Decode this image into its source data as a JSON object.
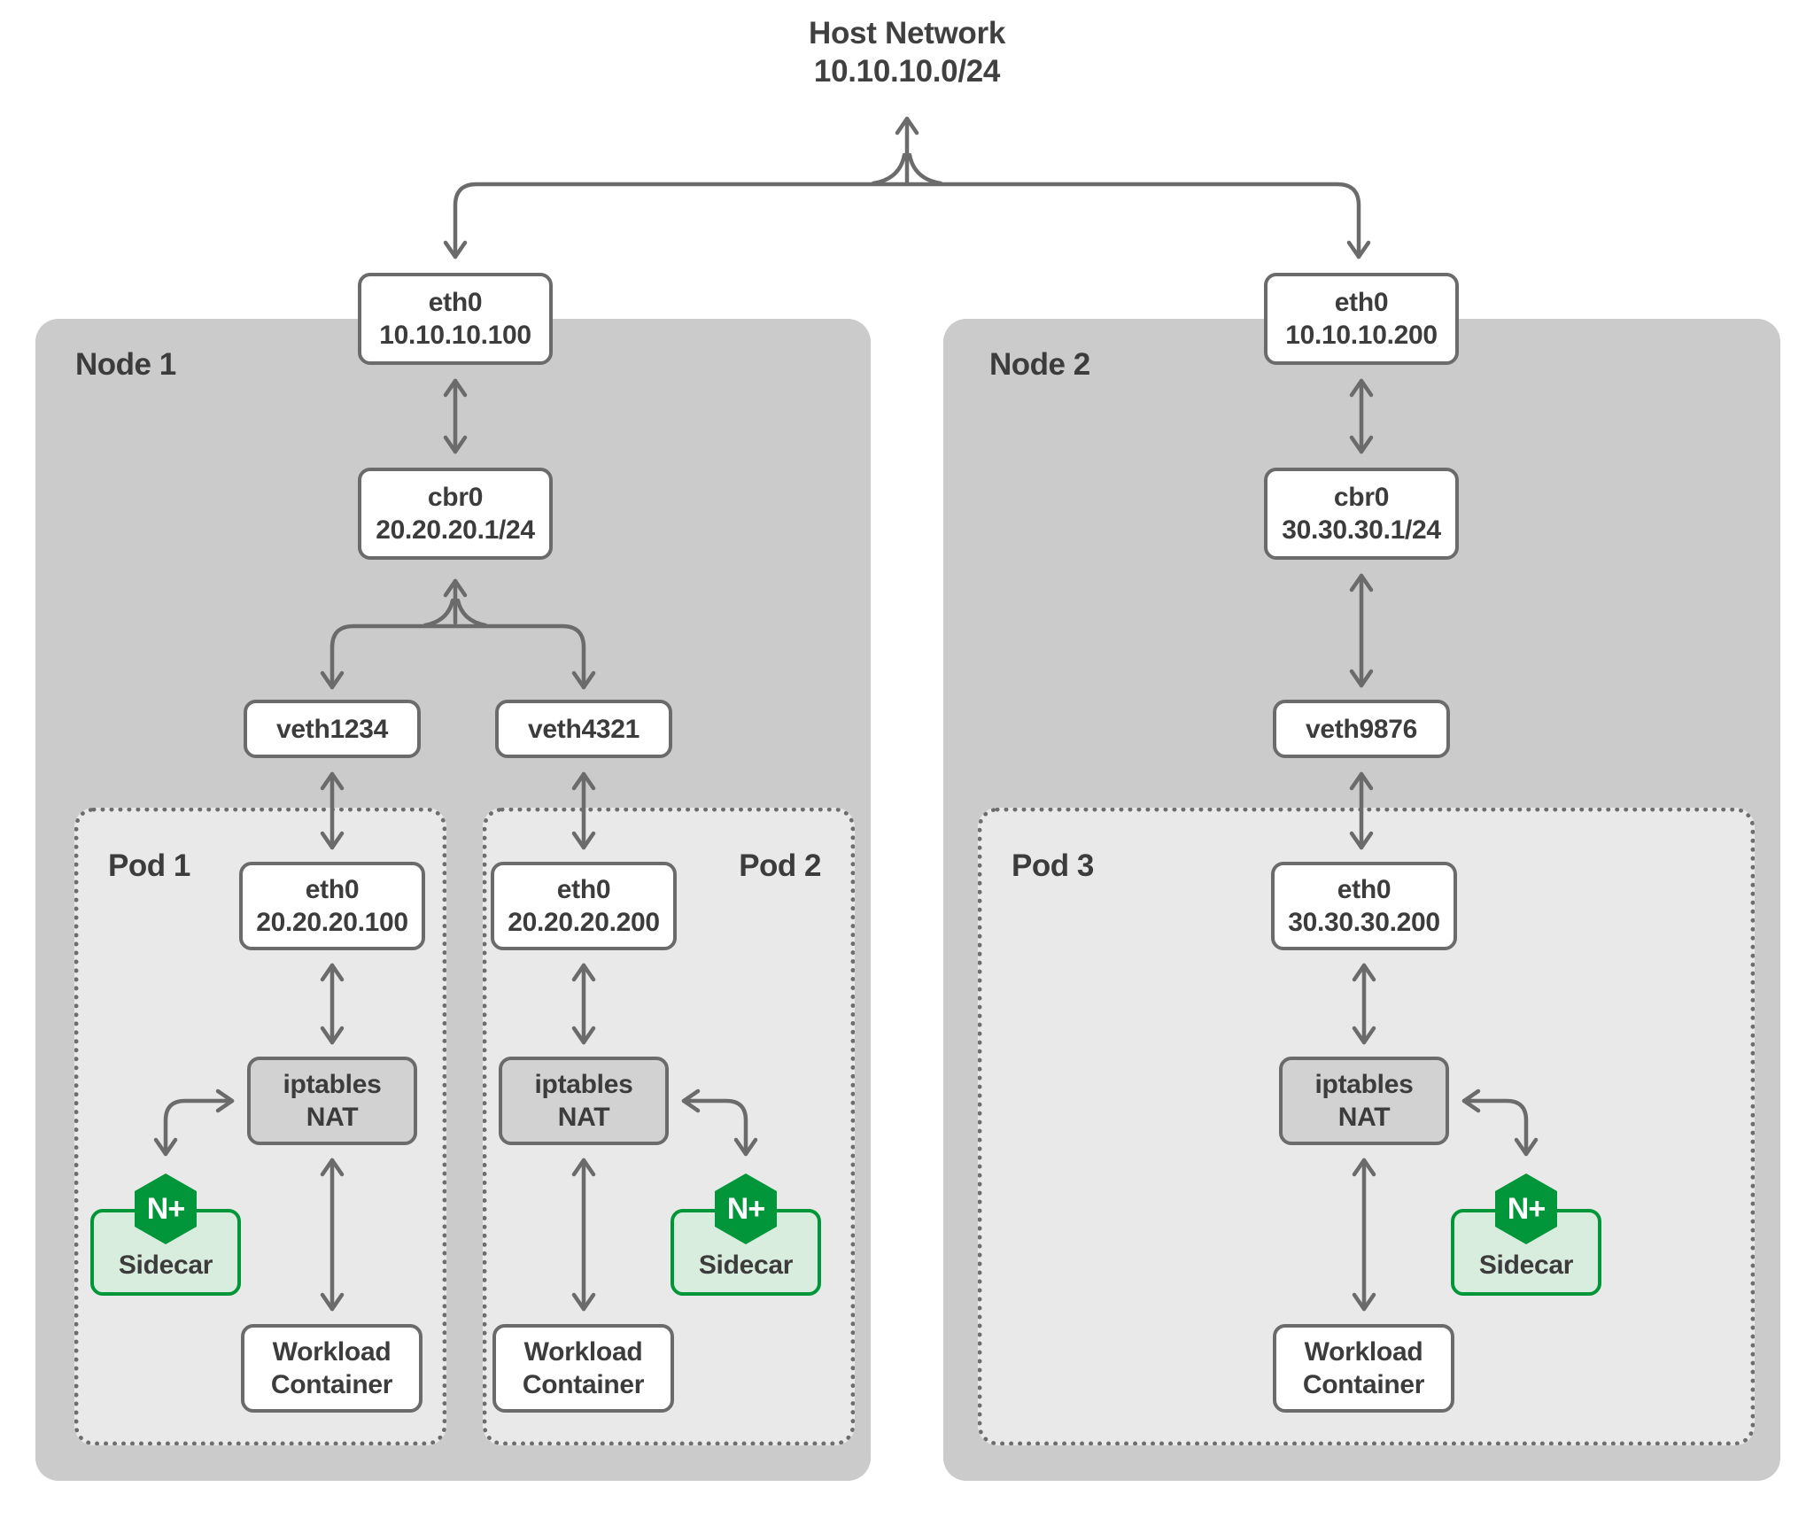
{
  "title": {
    "line1": "Host Network",
    "line2": "10.10.10.0/24"
  },
  "node1": {
    "label": "Node 1",
    "eth0": {
      "name": "eth0",
      "ip": "10.10.10.100"
    },
    "bridge": {
      "name": "cbr0",
      "ip": "20.20.20.1/24"
    },
    "veth_left": "veth1234",
    "veth_right": "veth4321"
  },
  "node2": {
    "label": "Node 2",
    "eth0": {
      "name": "eth0",
      "ip": "10.10.10.200"
    },
    "bridge": {
      "name": "cbr0",
      "ip": "30.30.30.1/24"
    },
    "veth": "veth9876"
  },
  "pod1": {
    "label": "Pod 1",
    "eth0": {
      "name": "eth0",
      "ip": "20.20.20.100"
    },
    "nat": {
      "line1": "iptables",
      "line2": "NAT"
    },
    "sidecar": {
      "label": "Sidecar",
      "logo": "N+"
    },
    "workload": {
      "line1": "Workload",
      "line2": "Container"
    }
  },
  "pod2": {
    "label": "Pod 2",
    "eth0": {
      "name": "eth0",
      "ip": "20.20.20.200"
    },
    "nat": {
      "line1": "iptables",
      "line2": "NAT"
    },
    "sidecar": {
      "label": "Sidecar",
      "logo": "N+"
    },
    "workload": {
      "line1": "Workload",
      "line2": "Container"
    }
  },
  "pod3": {
    "label": "Pod 3",
    "eth0": {
      "name": "eth0",
      "ip": "30.30.30.200"
    },
    "nat": {
      "line1": "iptables",
      "line2": "NAT"
    },
    "sidecar": {
      "label": "Sidecar",
      "logo": "N+"
    },
    "workload": {
      "line1": "Workload",
      "line2": "Container"
    }
  },
  "colors": {
    "nginx_green": "#009639",
    "sidecar_fill": "#d9edde",
    "node_fill": "#cbcbcb",
    "pod_fill": "#e9e9e9",
    "nat_fill": "#d2d2d2",
    "line_gray": "#6b6b6b",
    "text_gray": "#3c3c3c"
  }
}
